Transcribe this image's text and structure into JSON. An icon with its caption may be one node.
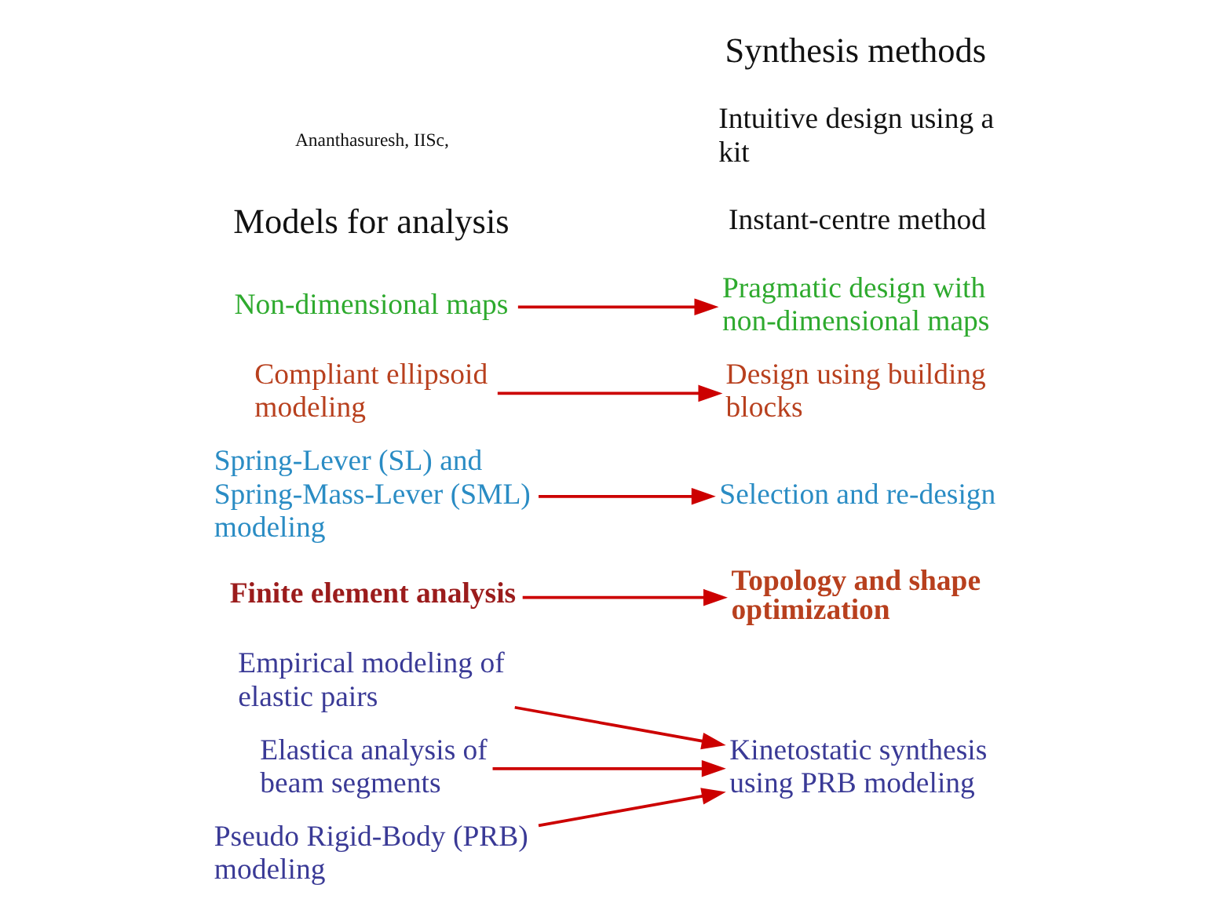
{
  "diagram": {
    "nodes": [
      {
        "text": [
          "Empirical modeling of elastic pairs"
        ]
      },
      {
        "text": [
          "Elastica analysis of beam segments"
        ]
      },
      {
        "text": [
          "Pseudo Rigid-Body (PRB) modeling"
        ]
      },
      {
        "text": [
          "Finite element analysis"
        ]
      },
      {
        "text": [
          "Spring-Lever (SL) and Spring-Mass-Lever (SML) modeling"
        ]
      },
      {
        "text": [
          "Compliant ellipsoid modeling"
        ]
      },
      {
        "text": [
          "Non-dimensional maps"
        ]
      },
      {
        "text": [
          "Kinetostatic synthesis using PRB modeling"
        ]
      },
      {
        "text": [
          "Topology and shape optimization"
        ]
      },
      {
        "text": [
          "Selection and re-design"
        ]
      },
      {
        "text": [
          "Instant-centre method"
        ]
      },
      {
        "text": [
          "Design using building blocks"
        ]
      },
      {
        "text": [
          "Pragmatic design with non-dimensional maps"
        ]
      },
      {
        "text": [
          "Intuitive design using a kit"
        ]
      }
    ],
    "edges": [
      {
        "from": 0,
        "to": 7,
        "arrow": "to"
      },
      {
        "from": 1,
        "to": 7,
        "arrow": "to"
      },
      {
        "from": 2,
        "to": 7,
        "arrow": "to"
      },
      {
        "from": 3,
        "to": 8,
        "arrow": "to"
      },
      {
        "from": 4,
        "to": 9,
        "arrow": "to"
      },
      {
        "from": 5,
        "to": 11,
        "arrow": "to"
      },
      {
        "from": 6,
        "to": 12,
        "arrow": "to"
      }
    ],
    "labels": [
      "Models for analysis",
      "Synthesis methods",
      "Ananthasuresh, IISc,"
    ]
  }
}
